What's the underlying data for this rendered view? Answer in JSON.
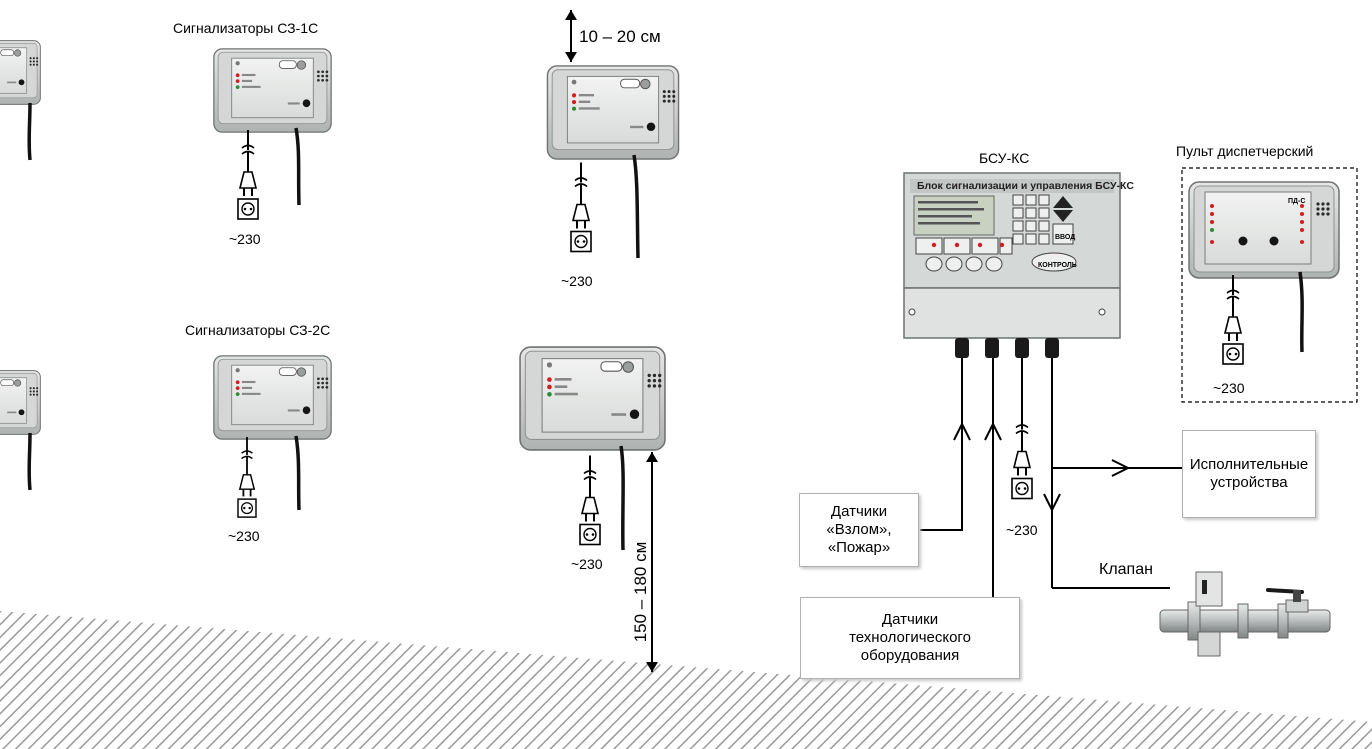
{
  "labels": {
    "sz1c_title": "Сигнализаторы СЗ-1С",
    "sz2c_title": "Сигнализаторы СЗ-2С",
    "bsu_title": "БСУ-КС",
    "dispatcher_title": "Пульт диспетчерский",
    "height_top": "10 – 20 см",
    "height_bottom": "150 – 180 см",
    "valve": "Клапан",
    "power": "~230"
  },
  "boxes": {
    "actuators_line1": "Исполнительные",
    "actuators_line2": "устройства",
    "sensors_break_line1": "Датчики",
    "sensors_break_line2": "«Взлом»,",
    "sensors_break_line3": "«Пожар»",
    "sensors_tech_line1": "Датчики",
    "sensors_tech_line2": "технологического",
    "sensors_tech_line3": "оборудования"
  },
  "bsu_panel": {
    "header": "Блок сигнализации и управления БСУ-КС",
    "enter_key": "ВВОД",
    "control_key": "КОНТРОЛЬ"
  },
  "dispatcher_panel": {
    "model": "ПД-С"
  },
  "colors": {
    "device_body": "#c9cdcb",
    "led_red": "#d21e1e",
    "led_green": "#2e8b3a",
    "floor_hatch": "#9a9a9a"
  }
}
